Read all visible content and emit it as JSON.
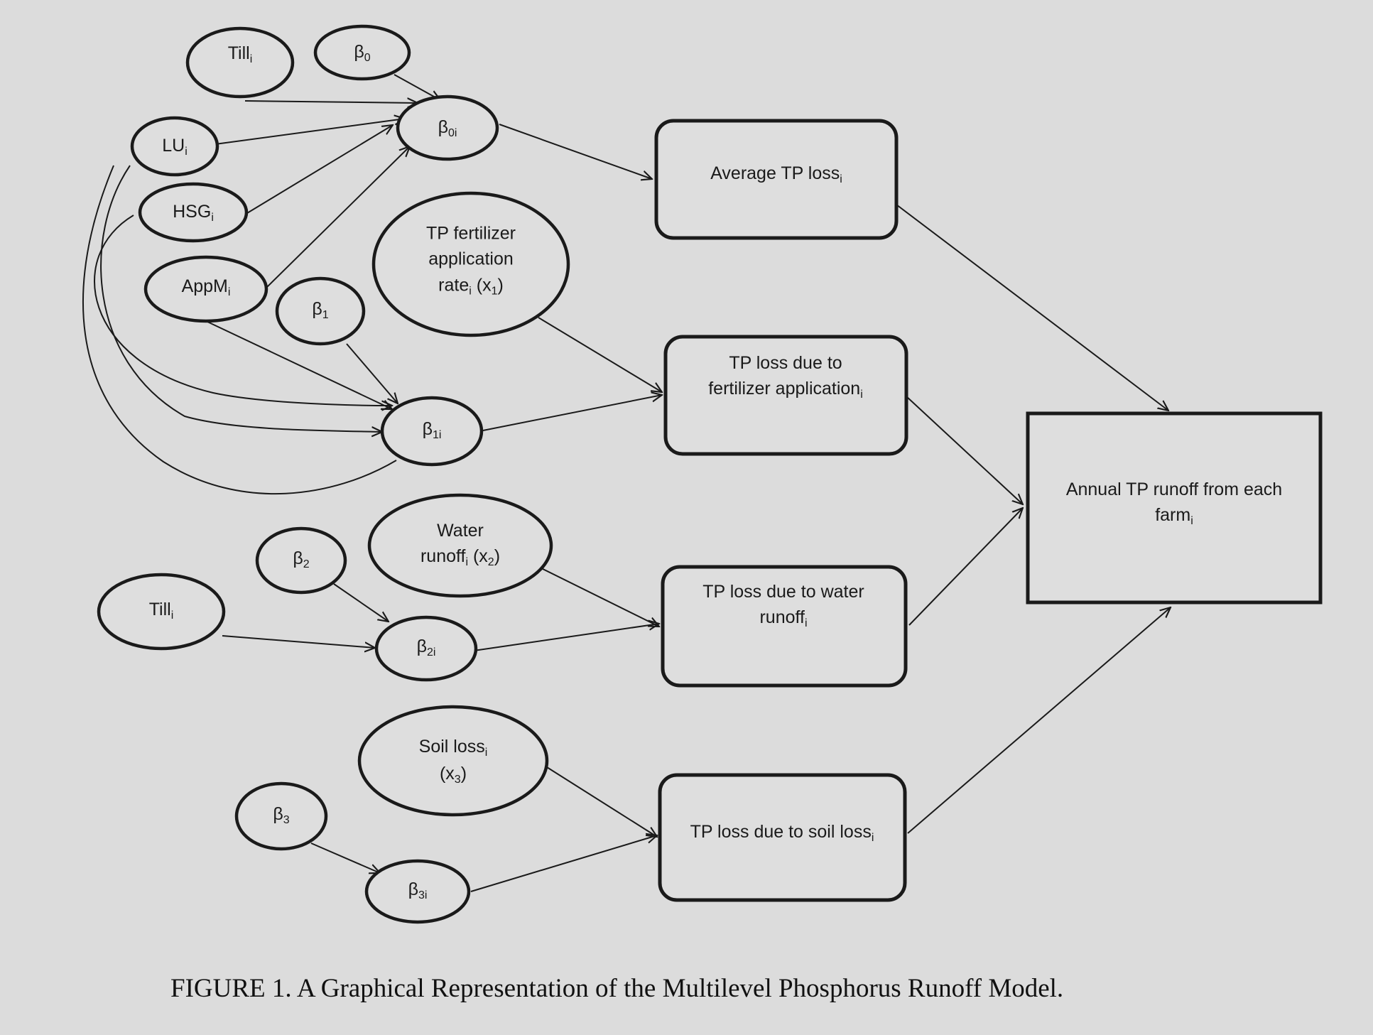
{
  "nodes": {
    "till_top": {
      "text": "Till",
      "sub": "i"
    },
    "beta0": {
      "text": "β",
      "sub": "0"
    },
    "lu": {
      "text": "LU",
      "sub": "i"
    },
    "beta0i": {
      "text": "β",
      "sub": "0i"
    },
    "hsg": {
      "text": "HSG",
      "sub": "i"
    },
    "appm": {
      "text": "AppM",
      "sub": "i"
    },
    "tp_fert_rate": {
      "lines": [
        "TP fertilizer",
        "application"
      ],
      "line3": "rate",
      "sub": "i",
      "tail": " (x",
      "tail_sub": "1",
      "close": ")"
    },
    "beta1": {
      "text": "β",
      "sub": "1"
    },
    "beta1i": {
      "text": "β",
      "sub": "1i"
    },
    "water_runoff": {
      "line1": "Water",
      "line2": "runoff",
      "sub": "i",
      "tail": " (x",
      "tail_sub": "2",
      "close": ")"
    },
    "beta2": {
      "text": "β",
      "sub": "2"
    },
    "till_bottom": {
      "text": "Till",
      "sub": "i"
    },
    "beta2i": {
      "text": "β",
      "sub": "2i"
    },
    "soil_loss": {
      "line1": "Soil loss",
      "sub": "i",
      "line2": "(x",
      "tail_sub": "3",
      "close": ")"
    },
    "beta3": {
      "text": "β",
      "sub": "3"
    },
    "beta3i": {
      "text": "β",
      "sub": "3i"
    }
  },
  "boxes": {
    "avg_tp_loss": {
      "text": "Average TP loss",
      "sub": "i"
    },
    "tp_loss_fert": {
      "line1": "TP loss due to",
      "line2": "fertilizer application",
      "sub": "i"
    },
    "tp_loss_water": {
      "line1": "TP loss due to water",
      "line2": "runoff",
      "sub": "i"
    },
    "tp_loss_soil": {
      "text": "TP loss due to soil loss",
      "sub": "i"
    },
    "annual_tp": {
      "line1": "Annual TP runoff from each",
      "line2": "farm",
      "sub": "i"
    }
  },
  "caption": "FIGURE 1. A Graphical Representation of the Multilevel Phosphorus Runoff Model."
}
